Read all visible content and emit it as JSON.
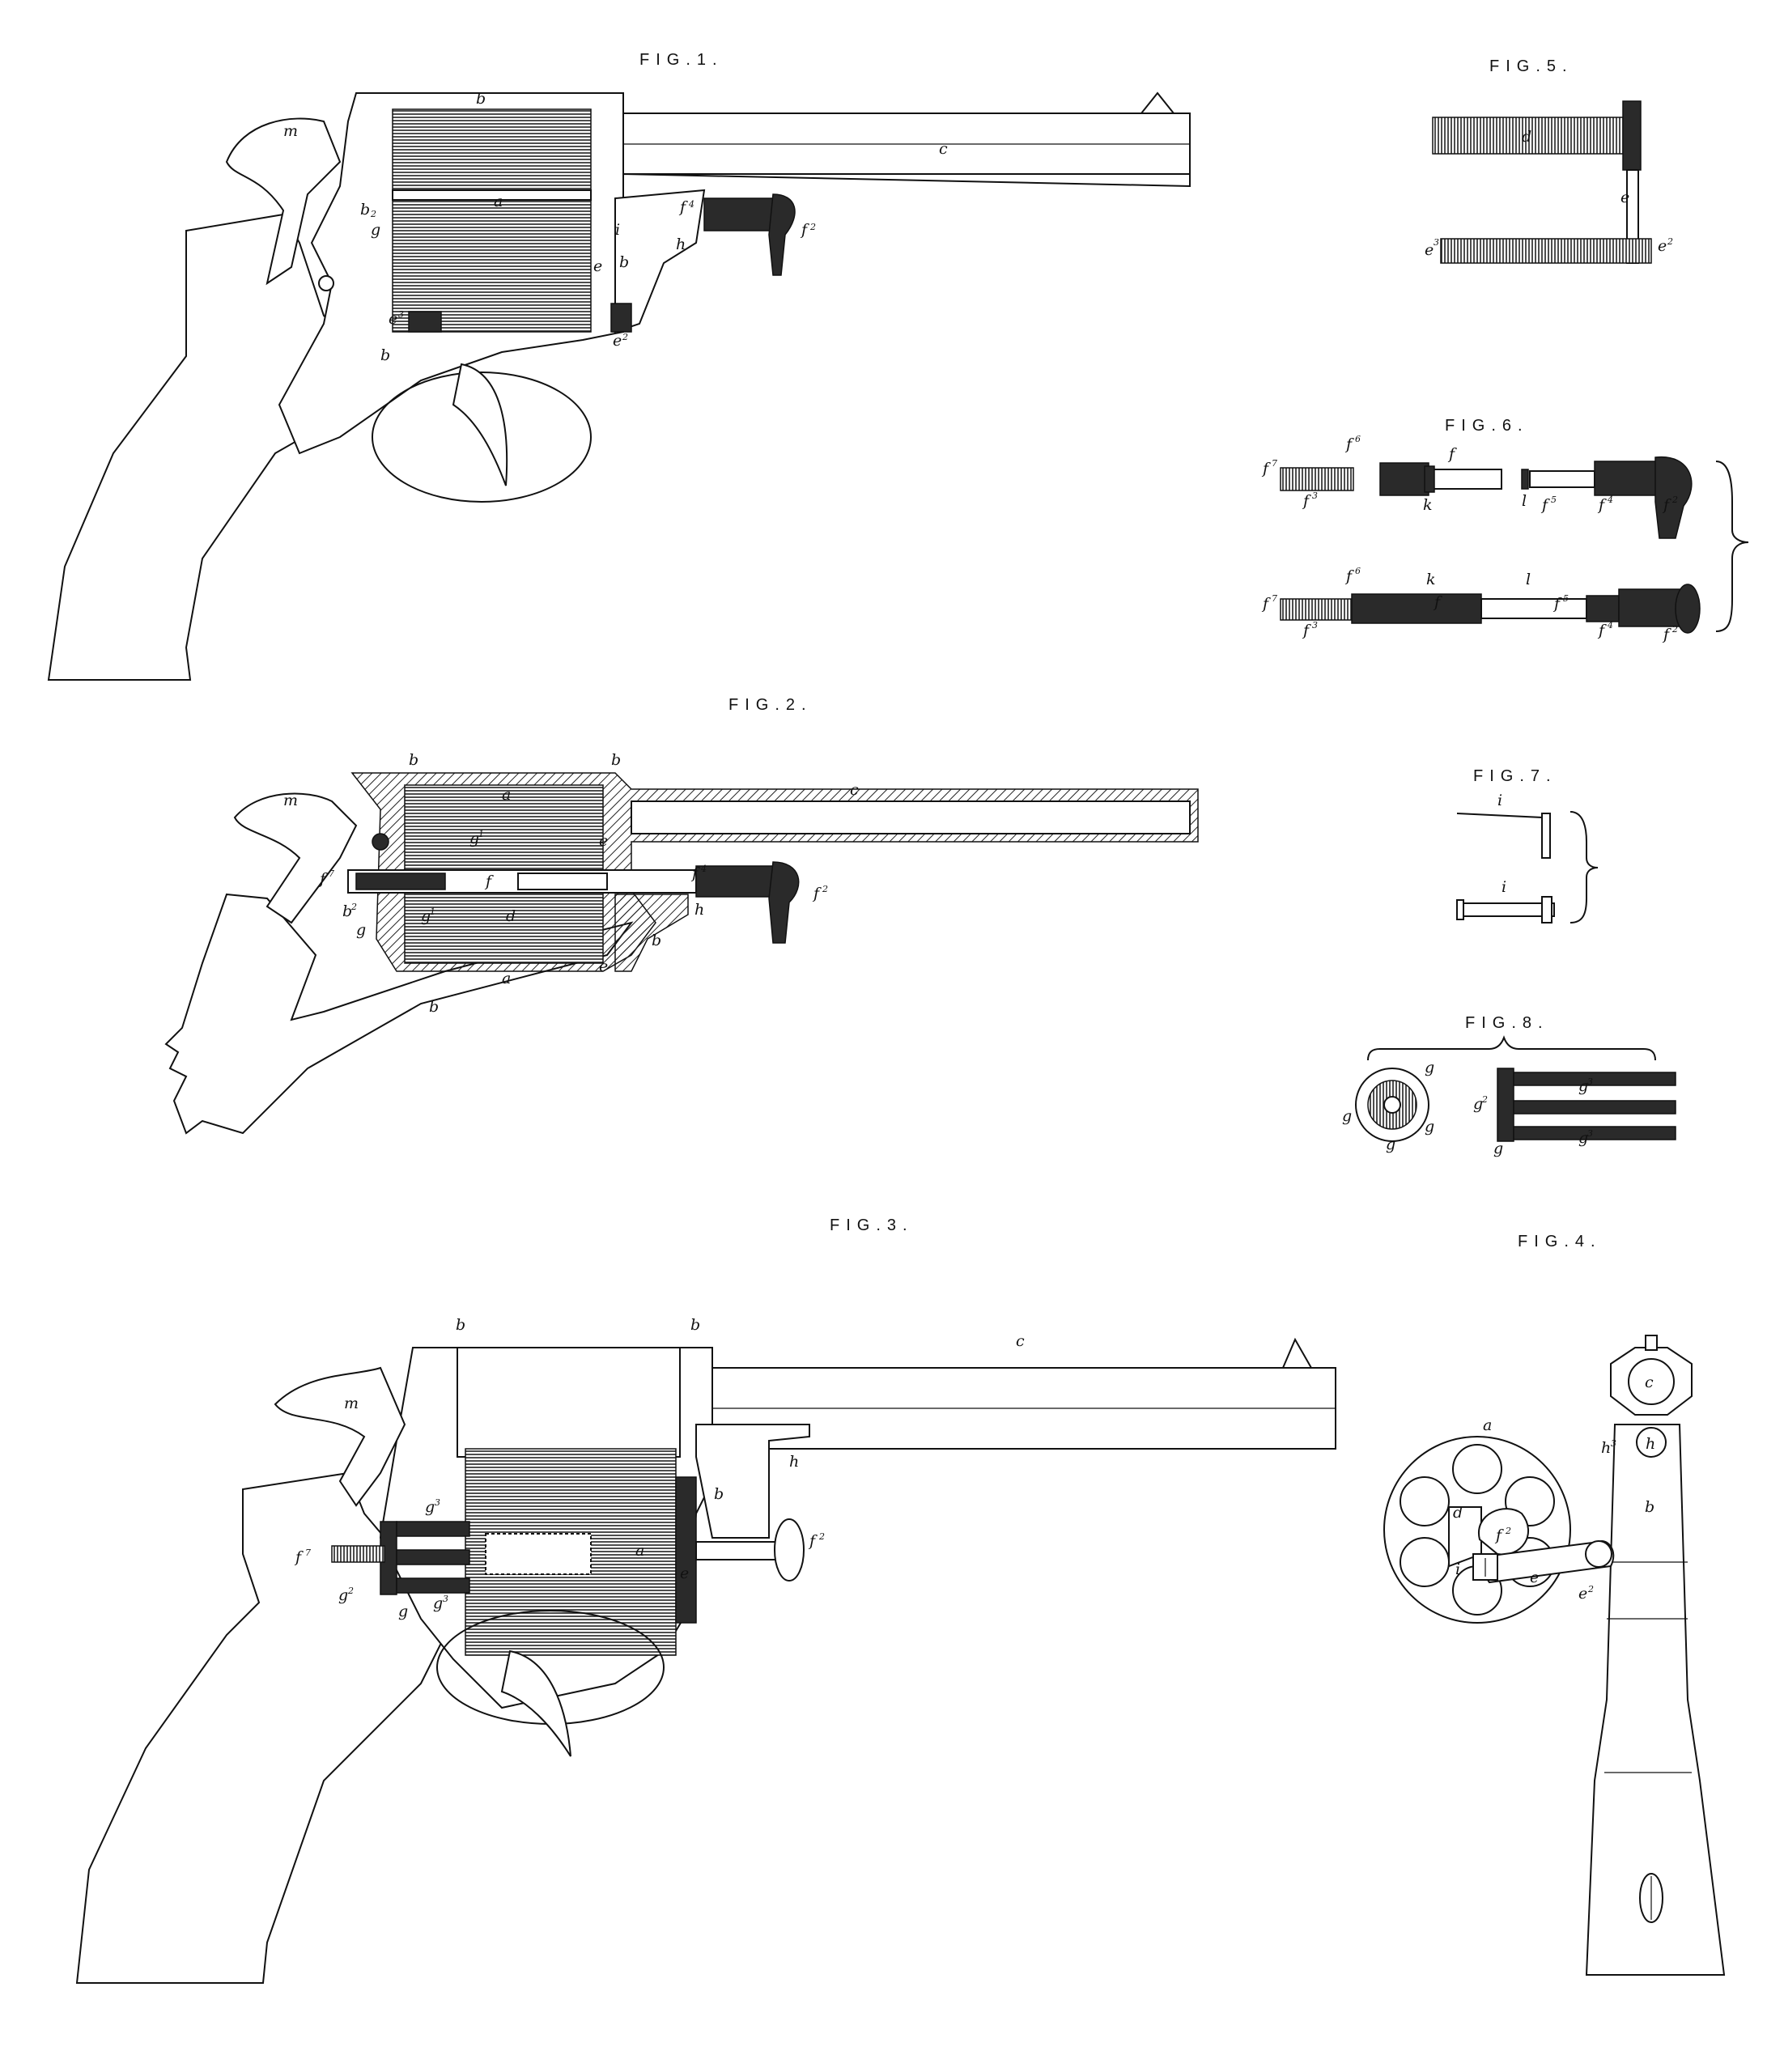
{
  "figures": {
    "fig1": {
      "title": "FIG.1.",
      "labels": {
        "m": "m",
        "b_top": "b",
        "c": "c",
        "a": "a",
        "b2": "b",
        "b2_sup": "2",
        "g": "g",
        "i": "i",
        "f4": "f",
        "f4_sup": "4",
        "f2": "f",
        "f2_sup": "2",
        "h": "h",
        "b_mid": "b",
        "e": "e",
        "e3": "e",
        "e3_sup": "3",
        "e2": "e",
        "e2_sup": "2",
        "b_grip": "b"
      }
    },
    "fig2": {
      "title": "FIG.2.",
      "labels": {
        "b1": "b",
        "b2": "b",
        "c": "c",
        "m": "m",
        "a_top": "a",
        "g1_top": "g",
        "g1_top_sup": "1",
        "e_top": "e",
        "f7": "f",
        "f7_sup": "7",
        "f": "f",
        "f4": "f",
        "f4_sup": "4",
        "f2": "f",
        "f2_sup": "2",
        "h": "h",
        "b_right": "b",
        "g1_low": "g",
        "g1_low_sup": "1",
        "d": "d",
        "b2_sup": "2",
        "g": "g",
        "a_low": "a",
        "e_low": "e",
        "b_grip": "b"
      }
    },
    "fig3": {
      "title": "FIG.3.",
      "labels": {
        "b1": "b",
        "b2": "b",
        "c": "c",
        "m": "m",
        "h": "h",
        "b_mid": "b",
        "g3_top": "g",
        "g3_top_sup": "3",
        "a": "a",
        "f7": "f",
        "f7_sup": "7",
        "f2": "f",
        "f2_sup": "2",
        "e": "e",
        "g2": "g",
        "g2_sup": "2",
        "g": "g",
        "g3_low": "g",
        "g3_low_sup": "3"
      }
    },
    "fig4": {
      "title": "FIG.4.",
      "labels": {
        "a": "a",
        "c": "c",
        "h3": "h",
        "h3_sup": "3",
        "h": "h",
        "d": "d",
        "f2": "f",
        "f2_sup": "2",
        "b": "b",
        "i": "i",
        "e": "e",
        "e2": "e",
        "e2_sup": "2"
      }
    },
    "fig5": {
      "title": "FIG.5.",
      "labels": {
        "d": "d",
        "e": "e",
        "e3": "e",
        "e3_sup": "3",
        "e2": "e",
        "e2_sup": "2"
      }
    },
    "fig6": {
      "title": "FIG.6.",
      "labels": {
        "f7_a": "f",
        "f7_a_sup": "7",
        "f6_a": "f",
        "f6_a_sup": "6",
        "f_a": "f",
        "f3_a": "f",
        "f3_a_sup": "3",
        "k_a": "k",
        "l_a": "l",
        "f5_a": "f",
        "f5_a_sup": "5",
        "f4_a": "f",
        "f4_a_sup": "4",
        "f2_a": "f",
        "f2_a_sup": "2",
        "f7_b": "f",
        "f7_b_sup": "7",
        "f6_b": "f",
        "f6_b_sup": "6",
        "k_b": "k",
        "l_b": "l",
        "f_b": "f",
        "f3_b": "f",
        "f3_b_sup": "3",
        "f5_b": "f",
        "f5_b_sup": "5",
        "f4_b": "f",
        "f4_b_sup": "4",
        "f2_b": "f",
        "f2_b_sup": "2"
      }
    },
    "fig7": {
      "title": "FIG.7.",
      "labels": {
        "i_top": "i",
        "i_low": "i"
      }
    },
    "fig8": {
      "title": "FIG.8.",
      "labels": {
        "g_1": "g",
        "g_2": "g",
        "g_3": "g",
        "g_4": "g",
        "g2": "g",
        "g2_sup": "2",
        "g3_top": "g",
        "g3_top_sup": "3",
        "g3_low": "g",
        "g3_low_sup": "3",
        "g_5": "g"
      }
    }
  },
  "colors": {
    "ink": "#111111",
    "paper": "#ffffff",
    "dark_fill": "#2a2a2a"
  }
}
